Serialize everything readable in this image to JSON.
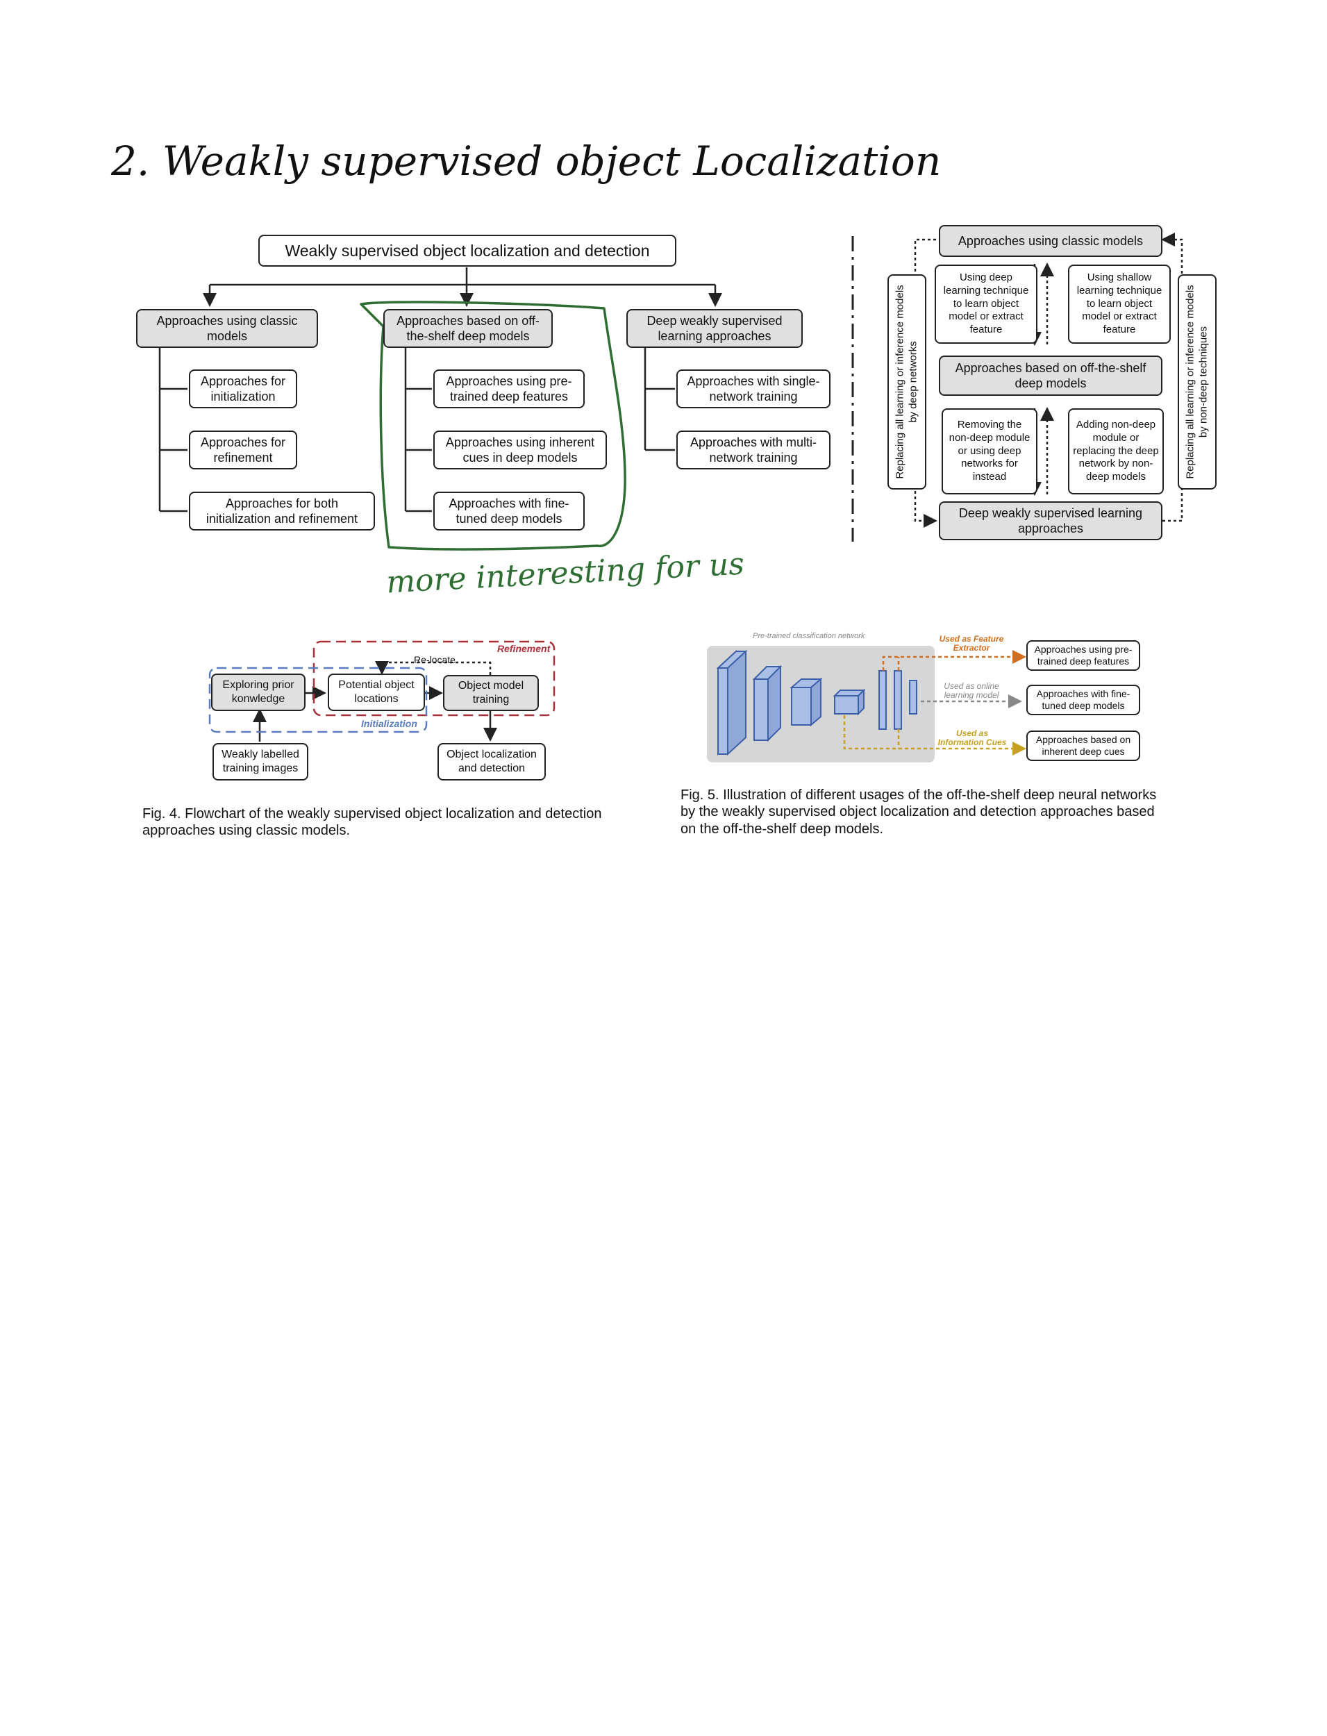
{
  "heading": "2. Weakly supervised object Localization",
  "annotation": "more interesting for us",
  "tree": {
    "root": "Weakly supervised object localization and detection",
    "categories": [
      {
        "label": "Approaches using classic models",
        "children": [
          "Approaches for initialization",
          "Approaches for refinement",
          "Approaches for both initialization and refinement"
        ]
      },
      {
        "label": "Approaches based on off-the-shelf deep models",
        "children": [
          "Approaches using pre-trained deep features",
          "Approaches using inherent cues in deep models",
          "Approaches with fine-tuned deep models"
        ]
      },
      {
        "label": "Deep weakly supervised learning approaches",
        "children": [
          "Approaches with single-network training",
          "Approaches with multi-network training"
        ]
      }
    ]
  },
  "relation": {
    "top": "Approaches using classic models",
    "middle": "Approaches based on off-the-shelf deep models",
    "bottom": "Deep weakly supervised learning approaches",
    "deep_learning_technique": "Using deep learning technique to learn object model or extract feature",
    "shallow_learning_technique": "Using shallow learning technique to learn object model or extract feature",
    "removing_non_deep": "Removing the non-deep module or using deep networks for instead",
    "adding_non_deep": "Adding non-deep module or replacing the deep network by non-deep models",
    "left_side": "Replacing all learning or inference models by deep networks",
    "right_side": "Replacing all learning or inference models by non-deep techniques"
  },
  "fig4": {
    "exploring": "Exploring prior konwledge",
    "potential": "Potential object locations",
    "object_model": "Object model training",
    "weakly_labelled": "Weakly labelled training images",
    "output": "Object localization and detection",
    "relocate": "Re-locate",
    "refinement": "Refinement",
    "initialization": "Initialization",
    "caption": "Fig. 4. Flowchart of the weakly supervised object localization and detection approaches using classic models."
  },
  "fig5": {
    "network_label": "Pre-trained classification network",
    "feature_extractor": "Used as Feature Extractor",
    "online_model": "Used as online learning model",
    "information_cues": "Used as Information Cues",
    "out_pretrained": "Approaches using pre-trained deep features",
    "out_finetuned": "Approaches with fine-tuned deep models",
    "out_inherent": "Approaches based on inherent deep cues",
    "caption": "Fig. 5. Illustration of different usages of the off-the-shelf deep neural networks by the weakly supervised object localization and detection approaches based on the off-the-shelf deep models."
  },
  "colors": {
    "ink": "#222222",
    "box_gray": "#e0e0e0",
    "annotation_green": "#2e6e33",
    "refinement_red": "#a8323b",
    "initialization_blue": "#5a7cc0",
    "feature_orange": "#d26e1e",
    "cues_gold": "#c8a020",
    "network_blue": "#a9bfe6"
  }
}
